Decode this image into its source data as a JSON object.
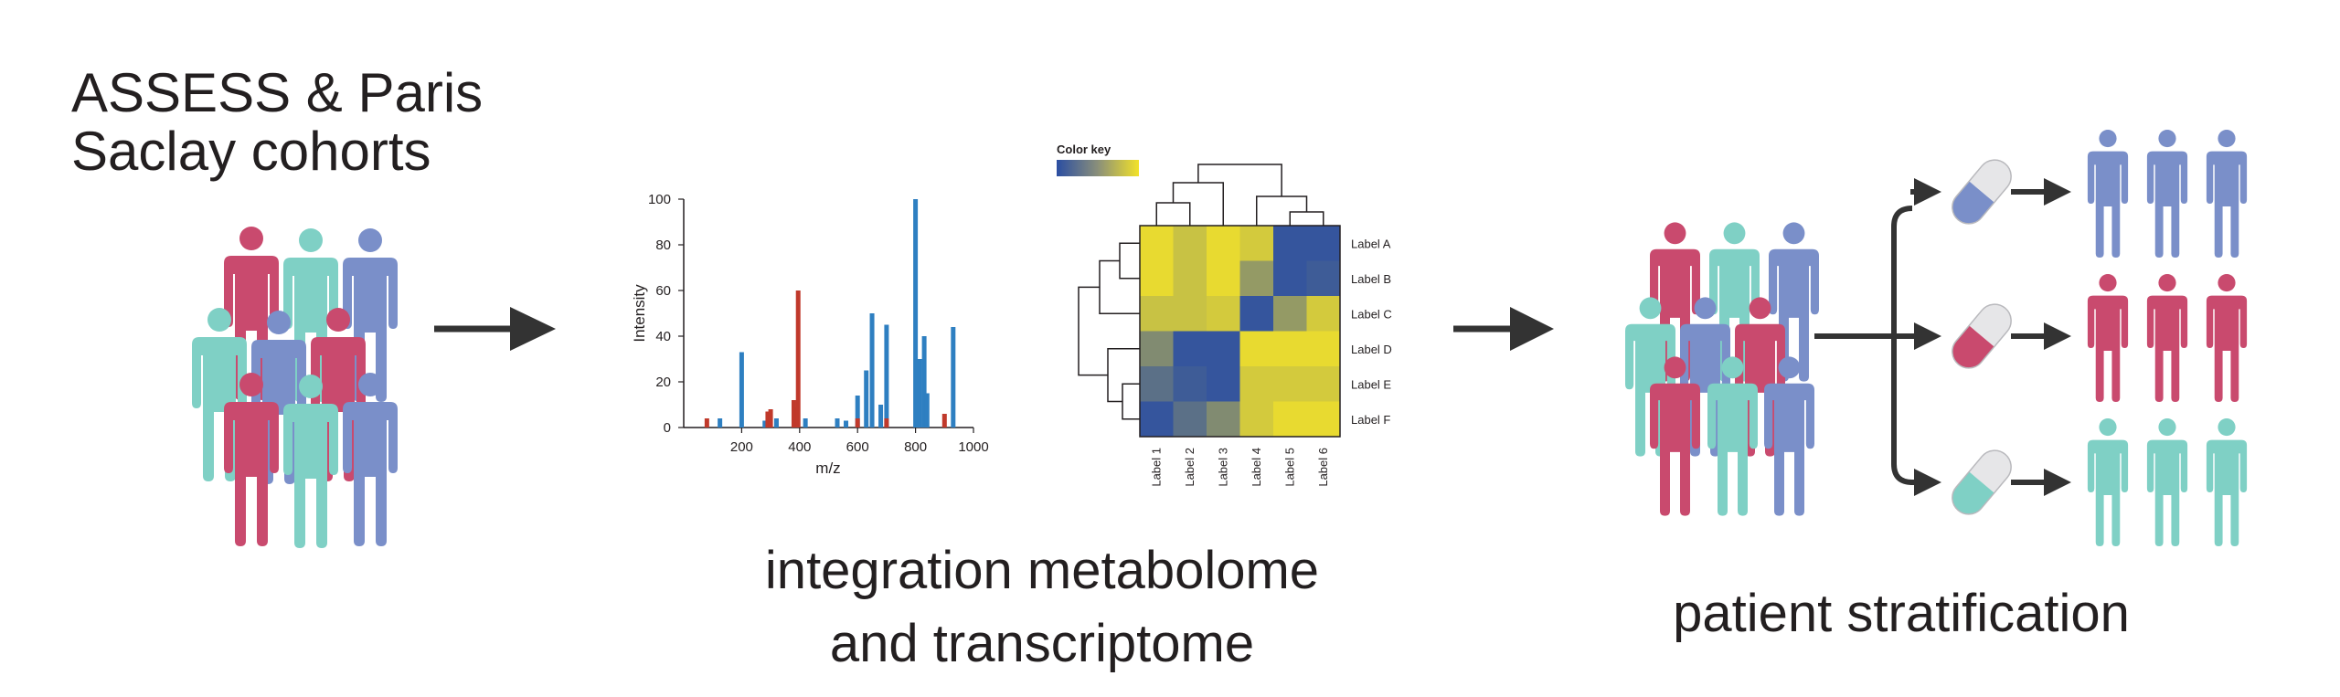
{
  "colors": {
    "person_red": "#c94a6e",
    "person_teal": "#7fd0c5",
    "person_blue": "#7a8fc9",
    "bar_blue": "#2e7fc1",
    "bar_red": "#c0392b",
    "heat_low": "#2b4ea2",
    "heat_high": "#f2e229",
    "arrow": "#333333"
  },
  "labels": {
    "cohort_line1": "ASSESS & Paris",
    "cohort_line2": "Saclay cohorts",
    "integration_line1": "integration metabolome",
    "integration_line2": "and transcriptome",
    "stratification": "patient stratification"
  },
  "chart_data": [
    {
      "type": "bar",
      "xlabel": "m/z",
      "ylabel": "Intensity",
      "xlim": [
        0,
        1000
      ],
      "ylim": [
        0,
        100
      ],
      "xticks": [
        "200",
        "400",
        "600",
        "800",
        "1000"
      ],
      "yticks": [
        "0",
        "20",
        "40",
        "60",
        "80",
        "100"
      ],
      "series": [
        {
          "color": "#2e7fc1",
          "x": [
            125,
            200,
            280,
            320,
            420,
            530,
            560,
            600,
            630,
            650,
            680,
            700,
            800,
            815,
            830,
            840,
            930
          ],
          "values": [
            4,
            33,
            3,
            4,
            4,
            4,
            3,
            14,
            25,
            50,
            10,
            45,
            100,
            30,
            40,
            15,
            44
          ]
        },
        {
          "color": "#c0392b",
          "x": [
            80,
            290,
            300,
            380,
            390,
            395,
            600,
            700,
            900
          ],
          "values": [
            4,
            7,
            8,
            12,
            9,
            60,
            4,
            4,
            6
          ]
        }
      ]
    },
    {
      "type": "heatmap",
      "title": "Color key",
      "rows": [
        "Label A",
        "Label B",
        "Label C",
        "Label D",
        "Label E",
        "Label F"
      ],
      "columns": [
        "Label 1",
        "Label 2",
        "Label 3",
        "Label 4",
        "Label 5",
        "Label 6"
      ],
      "values": [
        [
          0.95,
          0.8,
          0.95,
          0.85,
          0.05,
          0.05
        ],
        [
          0.95,
          0.8,
          0.95,
          0.55,
          0.05,
          0.1
        ],
        [
          0.8,
          0.8,
          0.85,
          0.05,
          0.55,
          0.85
        ],
        [
          0.45,
          0.05,
          0.05,
          0.95,
          0.95,
          0.95
        ],
        [
          0.25,
          0.1,
          0.05,
          0.85,
          0.85,
          0.85
        ],
        [
          0.05,
          0.25,
          0.45,
          0.85,
          0.95,
          0.95
        ]
      ]
    }
  ]
}
